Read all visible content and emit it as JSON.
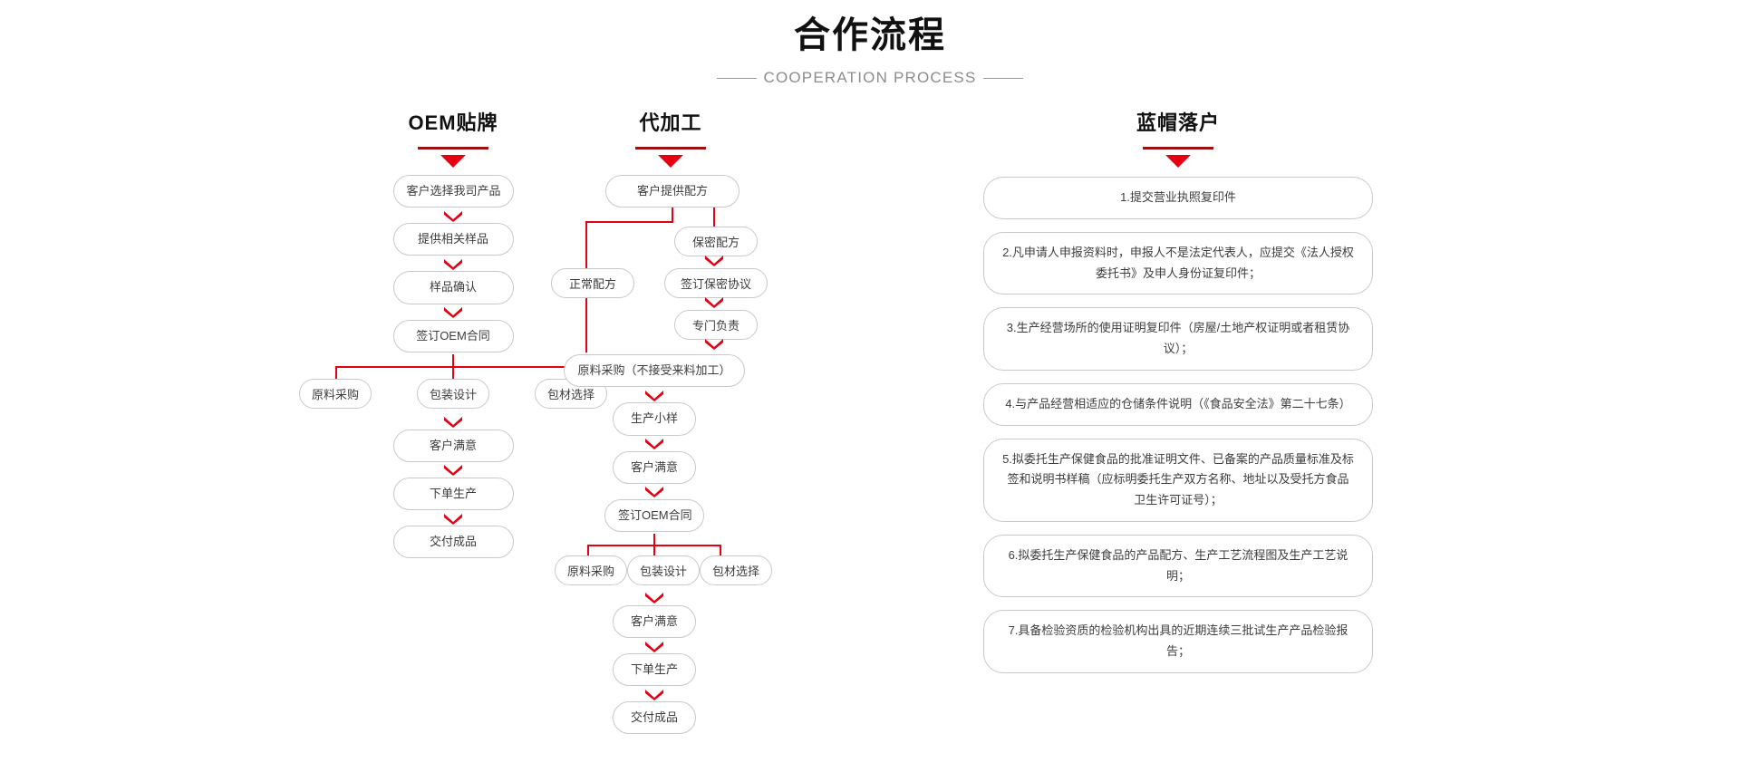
{
  "header": {
    "title": "合作流程",
    "subtitle": "COOPERATION PROCESS"
  },
  "colors": {
    "arrow_red": "#e60012",
    "underline_red": "#9e1010",
    "node_border": "#c9c9c9",
    "text": "#3d3d3d",
    "title_text": "#111111",
    "subtitle_text": "#8c8c8c"
  },
  "columns": [
    {
      "id": "oem",
      "title": "OEM贴牌",
      "steps_top": [
        "客户选择我司产品",
        "提供相关样品",
        "样品确认",
        "签订OEM合同"
      ],
      "branch": [
        "原料采购",
        "包装设计",
        "包材选择"
      ],
      "steps_bottom": [
        "客户满意",
        "下单生产",
        "交付成品"
      ]
    },
    {
      "id": "daijiagong",
      "title": "代加工",
      "root": "客户提供配方",
      "branch_left": "正常配方",
      "branch_right": [
        "保密配方",
        "签订保密协议",
        "专门负责"
      ],
      "merge": "原料采购（不接受来料加工）",
      "steps_after_merge": [
        "生产小样",
        "客户满意",
        "签订OEM合同"
      ],
      "branch": [
        "原料采购",
        "包装设计",
        "包材选择"
      ],
      "steps_bottom": [
        "客户满意",
        "下单生产",
        "交付成品"
      ]
    },
    {
      "id": "lanmao",
      "title": "蓝帽落户",
      "items": [
        "1.提交营业执照复印件",
        "2.凡申请人申报资料时，申报人不是法定代表人，应提交《法人授权委托书》及申人身份证复印件；",
        "3.生产经营场所的使用证明复印件（房屋/土地产权证明或者租赁协议）；",
        "4.与产品经营相适应的仓储条件说明（《食品安全法》第二十七条）",
        "5.拟委托生产保健食品的批准证明文件、已备案的产品质量标准及标签和说明书样稿（应标明委托生产双方名称、地址以及受托方食品卫生许可证号）；",
        "6.拟委托生产保健食品的产品配方、生产工艺流程图及生产工艺说明；",
        "7.具备检验资质的检验机构出具的近期连续三批试生产产品检验报告；"
      ]
    }
  ]
}
